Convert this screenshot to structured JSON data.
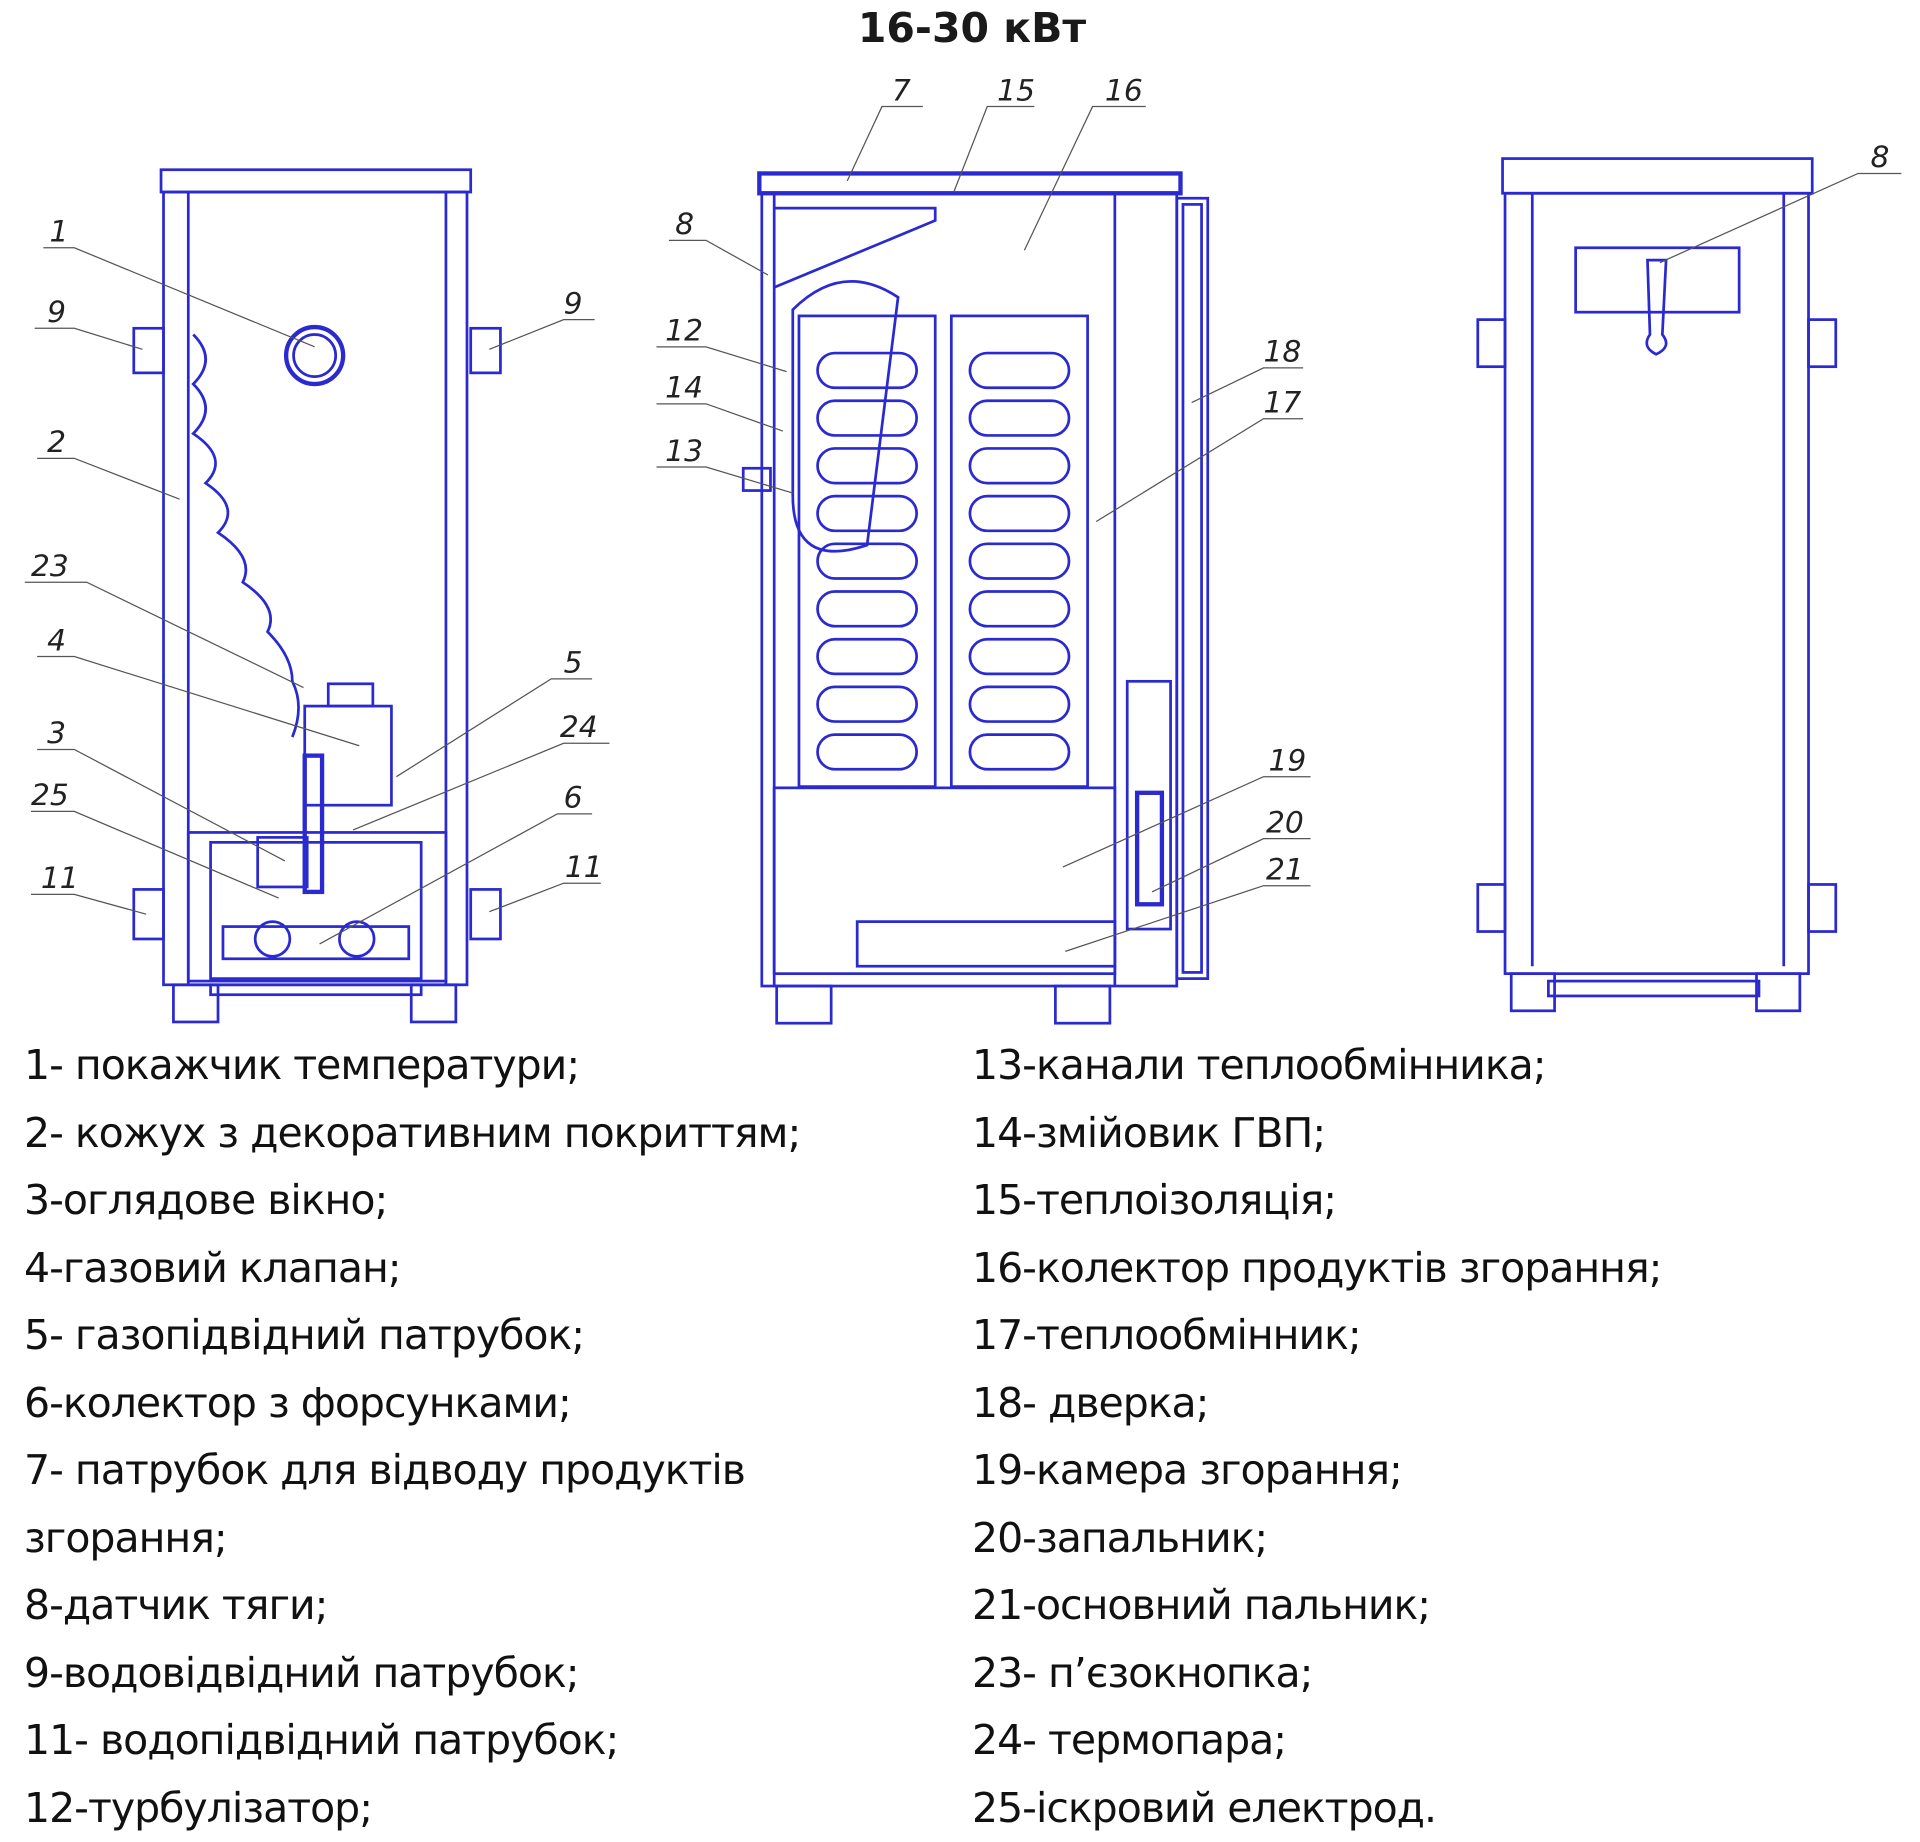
{
  "title": "16-30 кВт",
  "callouts": {
    "left": [
      "1",
      "9",
      "9",
      "2",
      "23",
      "4",
      "5",
      "24",
      "3",
      "25",
      "6",
      "11",
      "11"
    ],
    "middle": [
      "7",
      "15",
      "16",
      "8",
      "12",
      "14",
      "13",
      "18",
      "17",
      "19",
      "20",
      "21"
    ],
    "right": [
      "8"
    ]
  },
  "legend": {
    "left": [
      "1- покажчик температури;",
      "2- кожух з декоративним покриттям;",
      "3-оглядове вікно;",
      "4-газовий клапан;",
      "5- газопідвідний патрубок;",
      "6-колектор з форсунками;",
      "7- патрубок для відводу продуктів",
      "згорання;",
      "8-датчик тяги;",
      "9-водовідвідний патрубок;",
      "11- водопідвідний патрубок;",
      "12-турбулізатор;"
    ],
    "right": [
      "13-канали теплообмінника;",
      "14-змійовик ГВП;",
      "15-теплоізоляція;",
      "16-колектор продуктів згорання;",
      "17-теплообмінник;",
      "18- дверка;",
      "19-камера згорання;",
      "20-запальник;",
      "21-основний пальник;",
      "23- п’єзокнопка;",
      "24- термопара;",
      "25-іскровий електрод."
    ]
  },
  "colors": {
    "line": "#2a2ad0",
    "text": "#111111"
  }
}
